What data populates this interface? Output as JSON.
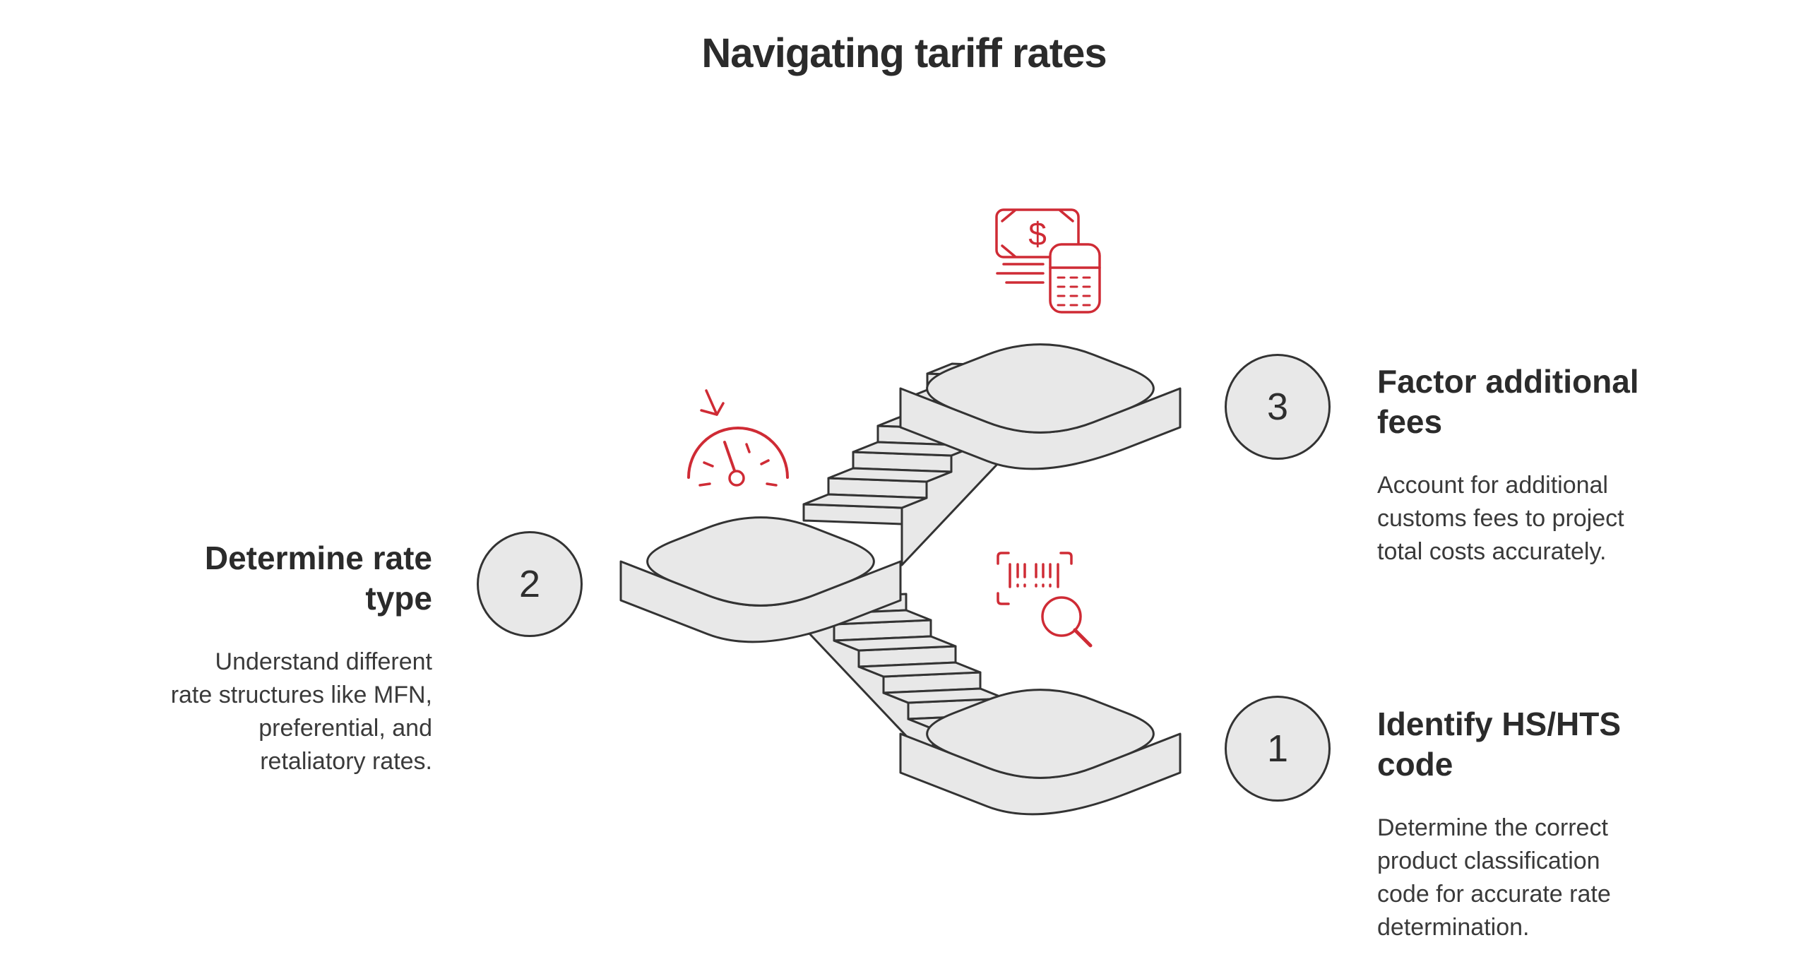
{
  "title": "Navigating tariff rates",
  "colors": {
    "accent_red": "#cf2b35",
    "shape_fill": "#e8e8e8",
    "outline": "#333333",
    "heading_text": "#2b2b2b",
    "body_text": "#3a3a3a",
    "background": "#ffffff"
  },
  "icons": {
    "dollar_sign": "$"
  },
  "illustration": {
    "type": "isometric-staircase",
    "platforms": 3,
    "staircases": 2
  },
  "steps": [
    {
      "number": "1",
      "icon": "barcode-search-icon",
      "heading": "Identify HS/HTS code",
      "heading_lines": [
        "Identify HS/HTS",
        "code"
      ],
      "description": "Determine the correct product classification code for accurate rate determination.",
      "desc_lines": [
        "Determine the correct",
        "product classification",
        "code for accurate rate",
        "determination."
      ]
    },
    {
      "number": "2",
      "icon": "gauge-icon",
      "heading": "Determine rate type",
      "heading_lines": [
        "Determine rate",
        "type"
      ],
      "description": "Understand different rate structures like MFN, preferential, and retaliatory rates.",
      "desc_lines": [
        "Understand different",
        "rate structures like MFN,",
        "preferential, and",
        "retaliatory rates."
      ]
    },
    {
      "number": "3",
      "icon": "money-calculator-icon",
      "heading": "Factor additional fees",
      "heading_lines": [
        "Factor additional",
        "fees"
      ],
      "description": "Account for additional customs fees to project total costs accurately.",
      "desc_lines": [
        "Account for additional",
        "customs fees to project",
        "total costs accurately."
      ]
    }
  ]
}
